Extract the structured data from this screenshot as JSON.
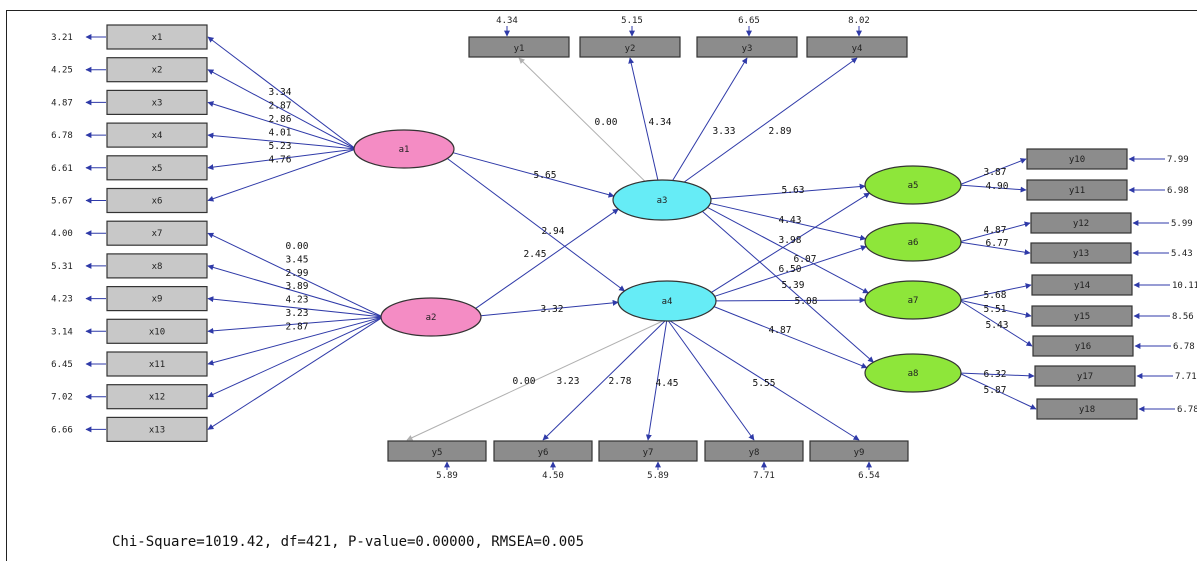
{
  "left_indicators": [
    {
      "label": "x1",
      "err": "3.21"
    },
    {
      "label": "x2",
      "err": "4.25"
    },
    {
      "label": "x3",
      "err": "4.87"
    },
    {
      "label": "x4",
      "err": "6.78"
    },
    {
      "label": "x5",
      "err": "6.61"
    },
    {
      "label": "x6",
      "err": "5.67"
    },
    {
      "label": "x7",
      "err": "4.00"
    },
    {
      "label": "x8",
      "err": "5.31"
    },
    {
      "label": "x9",
      "err": "4.23"
    },
    {
      "label": "x10",
      "err": "3.14"
    },
    {
      "label": "x11",
      "err": "6.45"
    },
    {
      "label": "x12",
      "err": "7.02"
    },
    {
      "label": "x13",
      "err": "6.66"
    }
  ],
  "a1_loadings": [
    "3.34",
    "2.87",
    "2.86",
    "4.01",
    "5.23",
    "4.76"
  ],
  "a2_loadings": [
    "0.00",
    "3.45",
    "2.99",
    "3.89",
    "4.23",
    "3.23",
    "2.87"
  ],
  "latent": {
    "a1": "a1",
    "a2": "a2",
    "a3": "a3",
    "a4": "a4",
    "a5": "a5",
    "a6": "a6",
    "a7": "a7",
    "a8": "a8"
  },
  "top_indicators": [
    {
      "label": "y1",
      "err": "4.34"
    },
    {
      "label": "y2",
      "err": "5.15"
    },
    {
      "label": "y3",
      "err": "6.65"
    },
    {
      "label": "y4",
      "err": "8.02"
    }
  ],
  "a3_top_loadings": [
    "0.00",
    "4.34",
    "3.33",
    "2.89"
  ],
  "bottom_indicators": [
    {
      "label": "y5",
      "err": "5.89"
    },
    {
      "label": "y6",
      "err": "4.50"
    },
    {
      "label": "y7",
      "err": "5.89"
    },
    {
      "label": "y8",
      "err": "7.71"
    },
    {
      "label": "y9",
      "err": "6.54"
    }
  ],
  "a4_bottom_loadings": [
    "0.00",
    "3.23",
    "2.78",
    "4.45",
    "5.55"
  ],
  "structural": {
    "a1_a3": "5.65",
    "a1_a4": "2.45",
    "a2_a3": "2.94",
    "a2_a4": "3.32",
    "a3_a5": "5.63",
    "a3_a6": "4.43",
    "a3_a7": "3.98",
    "a3_a8": "6.07",
    "a4_a5": "6.50",
    "a4_a6": "5.39",
    "a4_a7": "5.08",
    "a4_a8": "4.87"
  },
  "right_indicators": [
    {
      "label": "y10",
      "err": "7.99",
      "load": "3.87"
    },
    {
      "label": "y11",
      "err": "6.98",
      "load": "4.90"
    },
    {
      "label": "y12",
      "err": "5.99",
      "load": "4.87"
    },
    {
      "label": "y13",
      "err": "5.43",
      "load": "6.77"
    },
    {
      "label": "y14",
      "err": "10.11",
      "load": "5.68"
    },
    {
      "label": "y15",
      "err": "8.56",
      "load": "5.51"
    },
    {
      "label": "y16",
      "err": "6.78",
      "load": "5.43"
    },
    {
      "label": "y17",
      "err": "7.71",
      "load": "6.32"
    },
    {
      "label": "y18",
      "err": "6.78",
      "load": "5.87"
    }
  ],
  "footer": "Chi-Square=1019.42, df=421, P-value=0.00000, RMSEA=0.005",
  "colors": {
    "a1a2": "#f48cc4",
    "a3a4": "#66ecf6",
    "a5a8": "#8ee63a",
    "path": "#2f3aa8",
    "box": "#c8c8c8",
    "ybox": "#8c8c8c"
  }
}
